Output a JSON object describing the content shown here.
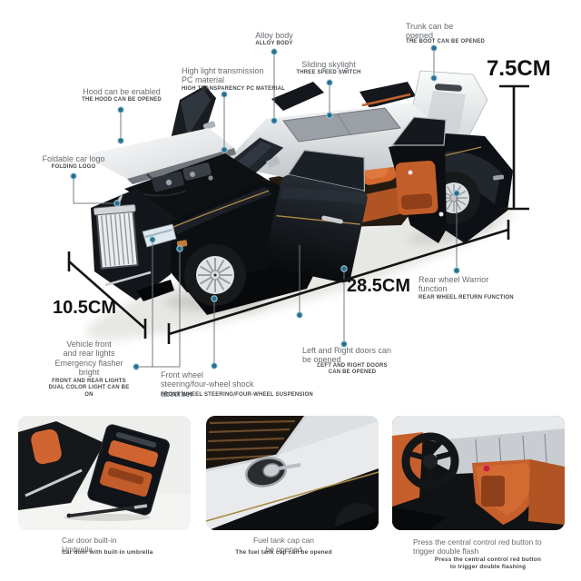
{
  "page": {
    "background": "#ffffff"
  },
  "colors": {
    "callout_dot": "#26708e",
    "leader_line": "#75797c",
    "measure_line": "#141414",
    "caption_text": "#666b70",
    "caption_sub_text": "#45494d",
    "body_black": "#0d1014",
    "body_silver": "#d9dcde",
    "interior_orange": "#c75f2b",
    "pinstripe_gold": "#ab8a45"
  },
  "callouts": {
    "hood": {
      "title": "Hood can be enabled",
      "subtitle": "THE HOOD CAN BE OPENED"
    },
    "logo": {
      "title": "Foldable car logo",
      "subtitle": "FOLDING LOGO"
    },
    "pc": {
      "title": "High light transmission\nPC material",
      "subtitle": "HIGH TRANSPARENCY PC MATERIAL"
    },
    "alloy": {
      "title": "Alloy body",
      "subtitle": "ALLOY BODY"
    },
    "skylight": {
      "title": "Sliding skylight",
      "subtitle": "THREE SPEED SWITCH"
    },
    "trunk": {
      "title": "Trunk can be\nopened",
      "subtitle": "THE BOOT CAN BE OPENED"
    },
    "lights": {
      "title": "Vehicle front\nand rear lights\nEmergency flasher\nbright",
      "subtitle": "FRONT AND REAR LIGHTS\nDUAL COLOR LIGHT CAN BE ON"
    },
    "front_wheel": {
      "title": "Front wheel\nsteering/four-wheel shock\nabsorber",
      "subtitle": "FRONT WHEEL STEERING/FOUR-WHEEL SUSPENSION"
    },
    "doors": {
      "title": "Left and Right doors can\nbe opened",
      "subtitle": "LEFT AND RIGHT DOORS\nCAN BE OPENED"
    },
    "rear_wheel": {
      "title": "Rear wheel Warrior\nfunction",
      "subtitle": "REAR WHEEL RETURN FUNCTION"
    }
  },
  "measurements": {
    "height": "7.5CM",
    "width": "10.5CM",
    "length": "28.5CM"
  },
  "features": [
    {
      "title": "Car door built-in\nUmbrella",
      "subtitle": "Car door with built-in umbrella"
    },
    {
      "title": "Fuel tank cap can\nbe opened",
      "subtitle": "The fuel tank cap can be opened"
    },
    {
      "title": "Press the central control red button to\ntrigger double flash",
      "subtitle": "Press the central control red button\nto trigger double flashing"
    }
  ]
}
